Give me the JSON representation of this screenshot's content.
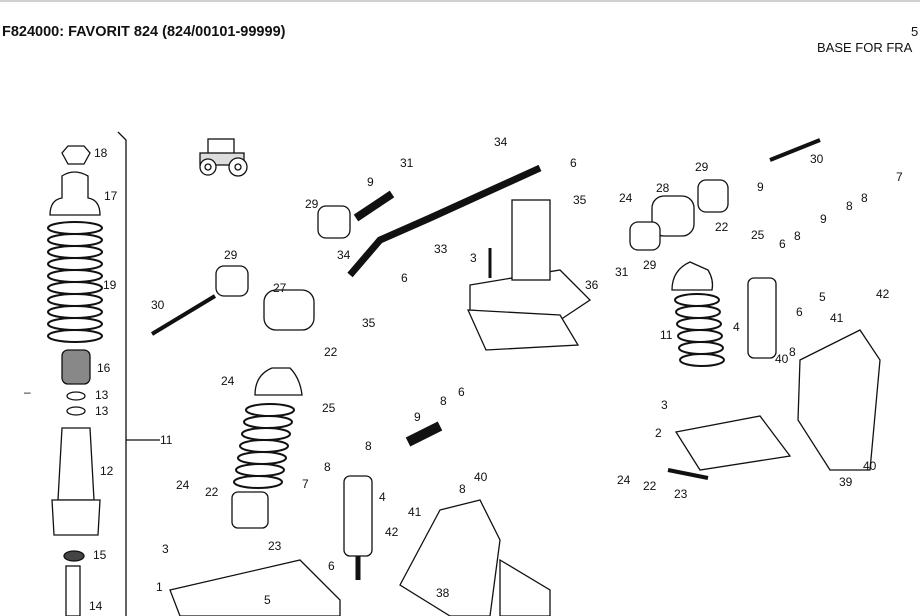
{
  "header": {
    "title": "F824000: FAVORIT 824 (824/00101-99999)",
    "page_number": "5",
    "section_title": "BASE FOR FRA"
  },
  "diagram": {
    "callouts": [
      "18",
      "17",
      "19",
      "16",
      "13",
      "13",
      "12",
      "15",
      "14",
      "11",
      "30",
      "29",
      "27",
      "29",
      "9",
      "31",
      "34",
      "6",
      "35",
      "22",
      "33",
      "34",
      "6",
      "35",
      "3",
      "36",
      "24",
      "25",
      "9",
      "8",
      "6",
      "8",
      "7",
      "8",
      "4",
      "24",
      "22",
      "23",
      "3",
      "1",
      "5",
      "6",
      "42",
      "41",
      "40",
      "8",
      "38",
      "29",
      "28",
      "30",
      "9",
      "24",
      "22",
      "25",
      "6",
      "8",
      "9",
      "8",
      "8",
      "7",
      "31",
      "29",
      "11",
      "4",
      "5",
      "6",
      "42",
      "41",
      "40",
      "8",
      "3",
      "2",
      "24",
      "22",
      "23",
      "40",
      "39",
      "–"
    ]
  }
}
